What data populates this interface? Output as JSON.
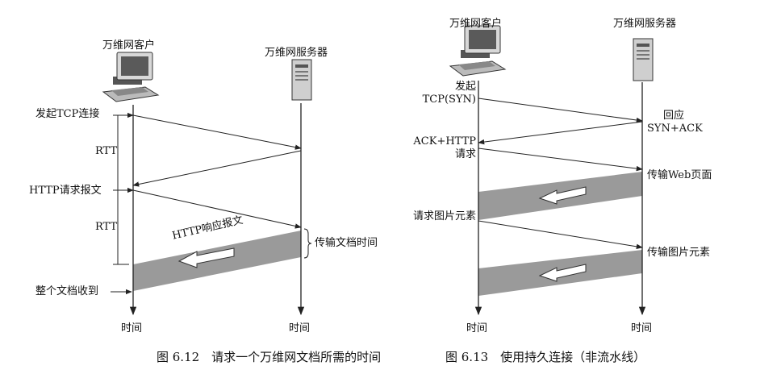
{
  "fig12": {
    "client_label": "万维网客户",
    "server_label": "万维网服务器",
    "step_tcp": "发起TCP连接",
    "rtt1": "RTT",
    "step_http_req": "HTTP请求报文",
    "rtt2": "RTT",
    "http_resp": "HTTP响应报文",
    "transfer_time": "传输文档时间",
    "doc_received": "整个文档收到",
    "time_client": "时间",
    "time_server": "时间",
    "caption": "图 6.12　请求一个万维网文档所需的时间"
  },
  "fig13": {
    "client_label": "万维网客户",
    "server_label": "万维网服务器",
    "syn_1": "发起",
    "syn_2": "TCP(SYN)",
    "reply_1": "回应",
    "reply_2": "SYN+ACK",
    "ack_1": "ACK+HTTP",
    "ack_2": "请求",
    "send_page": "传输Web页面",
    "req_img": "请求图片元素",
    "send_img": "传输图片元素",
    "time_client": "时间",
    "time_server": "时间",
    "caption": "图 6.13　使用持久连接（非流水线）"
  },
  "colors": {
    "band": "#9a9a9a",
    "line": "#222222"
  }
}
